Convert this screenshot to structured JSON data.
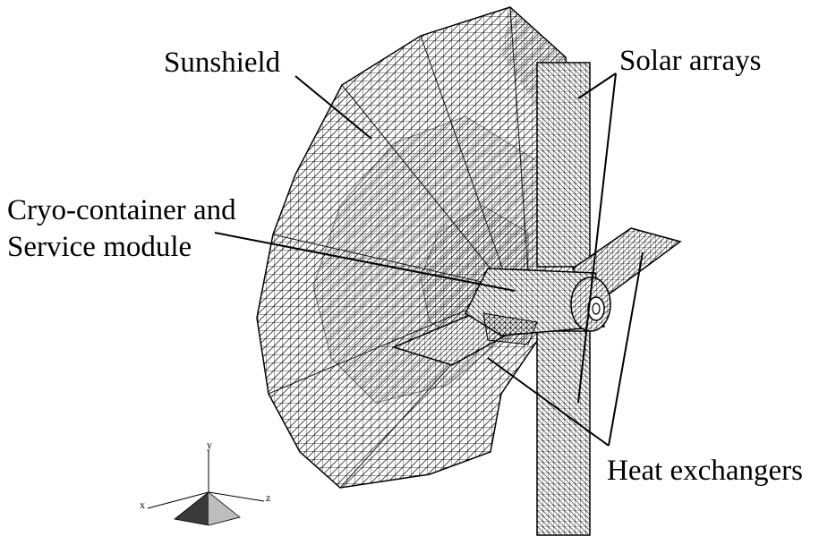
{
  "labels": {
    "sunshield": "Sunshield",
    "solar_arrays": "Solar arrays",
    "cryo_line1": "Cryo-container and",
    "cryo_line2": "Service module",
    "heat_exchangers": "Heat exchangers"
  },
  "axes": {
    "x": "x",
    "y": "y",
    "z": "z"
  },
  "colors": {
    "mesh_line": "#000000",
    "background": "#ffffff",
    "triad_dark": "#3a3a3a",
    "triad_light": "#bdbdbd"
  }
}
